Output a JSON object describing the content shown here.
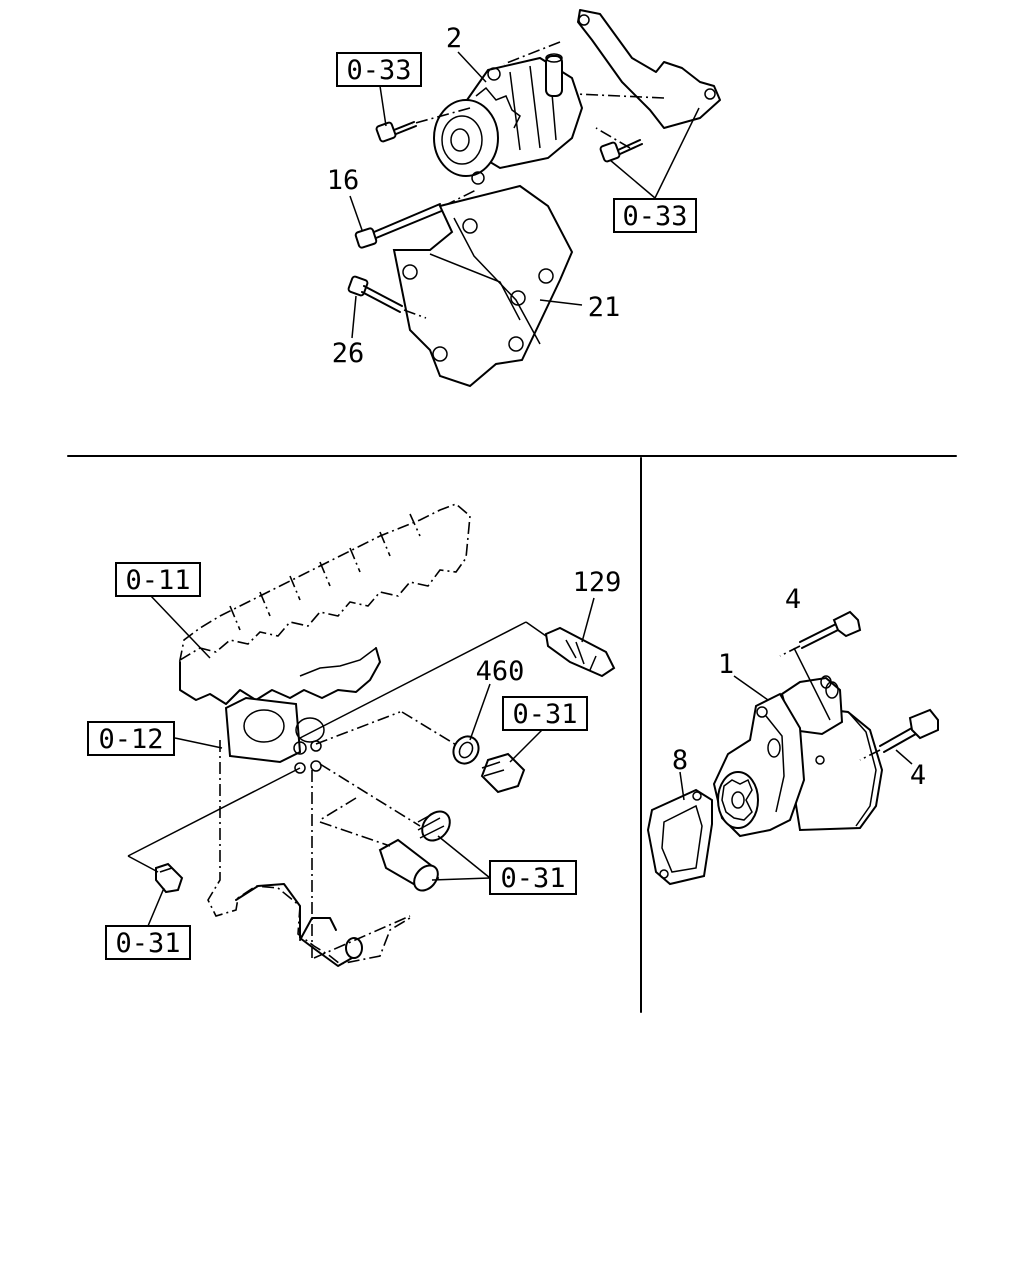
{
  "top_section": {
    "callouts": {
      "part_2": "2",
      "ref_033_upper": "0-33",
      "ref_033_right": "0-33",
      "part_16": "16",
      "part_21": "21",
      "part_26": "26"
    }
  },
  "left_section": {
    "callouts": {
      "ref_011": "0-11",
      "ref_012": "0-12",
      "part_129": "129",
      "part_460": "460",
      "ref_031_plug": "0-31",
      "ref_031_right": "0-31",
      "ref_031_bottom": "0-31"
    }
  },
  "right_section": {
    "callouts": {
      "part_1": "1",
      "part_4_top": "4",
      "part_4_right": "4",
      "part_8": "8"
    }
  }
}
